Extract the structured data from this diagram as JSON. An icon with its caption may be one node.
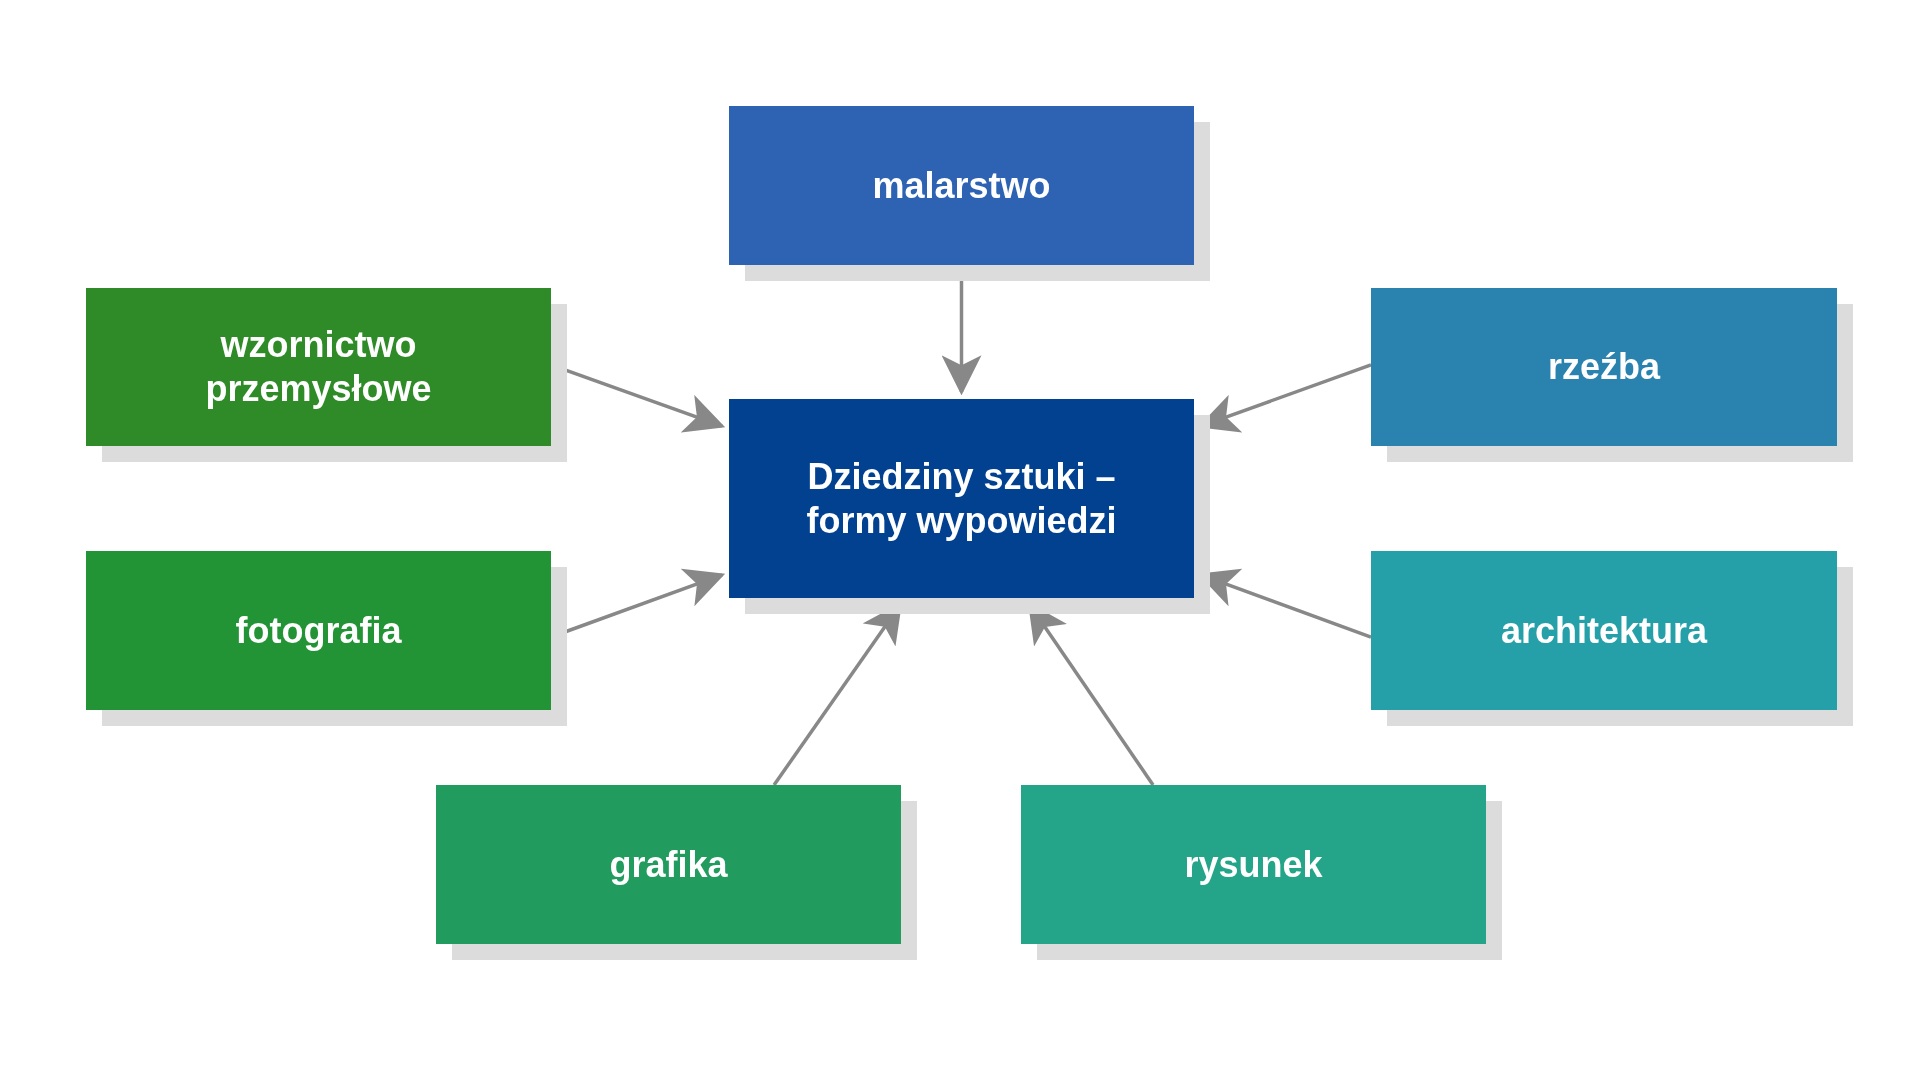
{
  "diagram": {
    "nodes": [
      {
        "text": [
          "malarstwo"
        ]
      },
      {
        "text": [
          "wzornictwo przemysłowe"
        ]
      },
      {
        "text": [
          "Dziedziny sztuki – formy wypowiedzi"
        ]
      },
      {
        "text": [
          "rzeźba"
        ]
      },
      {
        "text": [
          "fotografia"
        ]
      },
      {
        "text": [
          "architektura"
        ]
      },
      {
        "text": [
          "grafika"
        ]
      },
      {
        "text": [
          "rysunek"
        ]
      }
    ],
    "edges": [
      {
        "from": 0,
        "to": 2,
        "arrow": "to"
      },
      {
        "from": 1,
        "to": 2,
        "arrow": "to"
      },
      {
        "from": 3,
        "to": 2,
        "arrow": "to"
      },
      {
        "from": 4,
        "to": 2,
        "arrow": "to"
      },
      {
        "from": 5,
        "to": 2,
        "arrow": "to"
      },
      {
        "from": 6,
        "to": 2,
        "arrow": "to"
      },
      {
        "from": 7,
        "to": 2,
        "arrow": "to"
      }
    ]
  }
}
